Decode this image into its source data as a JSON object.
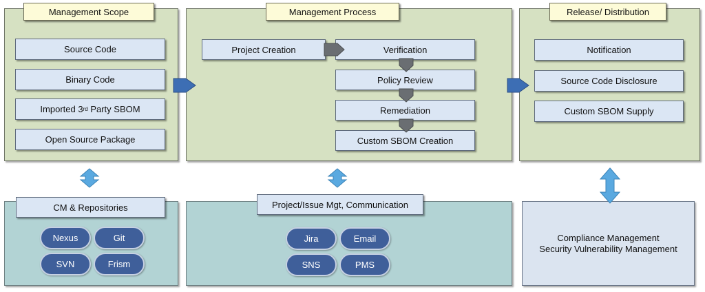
{
  "management_scope": {
    "title": "Management Scope",
    "items": [
      {
        "label": "Source Code"
      },
      {
        "label": "Binary Code"
      },
      {
        "label": "Imported 3",
        "sup": "rd",
        "suffix": " Party SBOM"
      },
      {
        "label": "Open Source Package"
      }
    ]
  },
  "management_process": {
    "title": "Management Process",
    "start": "Project Creation",
    "steps": [
      "Verification",
      "Policy Review",
      "Remediation",
      "Custom SBOM Creation"
    ]
  },
  "release_distribution": {
    "title": "Release/ Distribution",
    "items": [
      "Notification",
      "Source Code Disclosure",
      "Custom SBOM Supply"
    ]
  },
  "cm_repositories": {
    "title": "CM & Repositories",
    "tools": [
      "Nexus",
      "Git",
      "SVN",
      "Frism"
    ]
  },
  "project_issue": {
    "title": "Project/Issue Mgt, Communication",
    "tools": [
      "Jira",
      "Email",
      "SNS",
      "PMS"
    ]
  },
  "compliance": {
    "lines": [
      "Compliance Management",
      "Security Vulnerability Management"
    ]
  },
  "colors": {
    "top_panel": "#d6e1c2",
    "bottom_panel": "#b2d3d4",
    "header": "#fdfbd8",
    "box": "#dbe6f4",
    "pill": "#3f5f9a",
    "arrow_blue": "#3d6eb4",
    "arrow_gray": "#6a6e72",
    "arrow_light": "#5aa9e0"
  }
}
